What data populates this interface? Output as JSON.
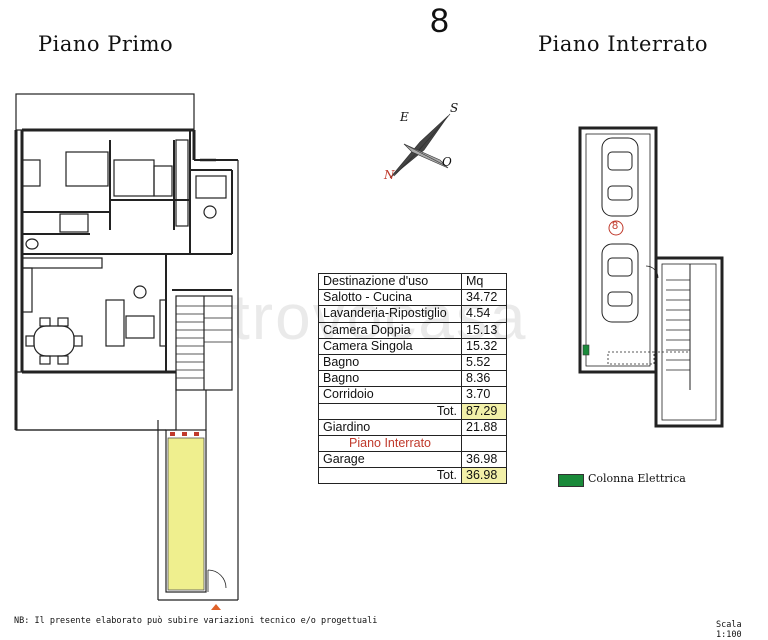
{
  "header": {
    "floor_first": "Piano Primo",
    "unit_number": "8",
    "floor_basement": "Piano Interrato"
  },
  "plan_labels": {
    "garage_number": "8",
    "compass": {
      "n": "N",
      "e": "E",
      "s": "S",
      "o": "O"
    }
  },
  "rooms_table": {
    "header": [
      "Destinazione d'uso",
      "Mq"
    ],
    "rows": [
      {
        "name": "Salotto - Cucina",
        "value": "34.72"
      },
      {
        "name": "Lavanderia-Ripostiglio",
        "value": "4.54"
      },
      {
        "name": "Camera Doppia",
        "value": "15.13"
      },
      {
        "name": "Camera Singola",
        "value": "15.32"
      },
      {
        "name": "Bagno",
        "value": "5.52"
      },
      {
        "name": "Bagno",
        "value": "8.36"
      },
      {
        "name": "Corridoio",
        "value": "3.70"
      }
    ],
    "total_label": "Tot.",
    "total_value": "87.29",
    "garden": {
      "name": "Giardino",
      "value": "21.88"
    },
    "section_basement": "Piano Interrato",
    "garage": {
      "name": "Garage",
      "value": "36.98"
    },
    "total2_label": "Tot.",
    "total2_value": "36.98"
  },
  "legend": {
    "label": "Colonna Elettrica",
    "color": "#1a8a3a"
  },
  "footer": {
    "note": "NB: Il presente elaborato può subire variazioni tecnico e/o progettuali",
    "scale": "Scala 1:100"
  },
  "colors": {
    "garden": "#efef8e",
    "highlight": "#f2f0a8",
    "section_text": "#c0392b",
    "marker": "#e0622a"
  }
}
